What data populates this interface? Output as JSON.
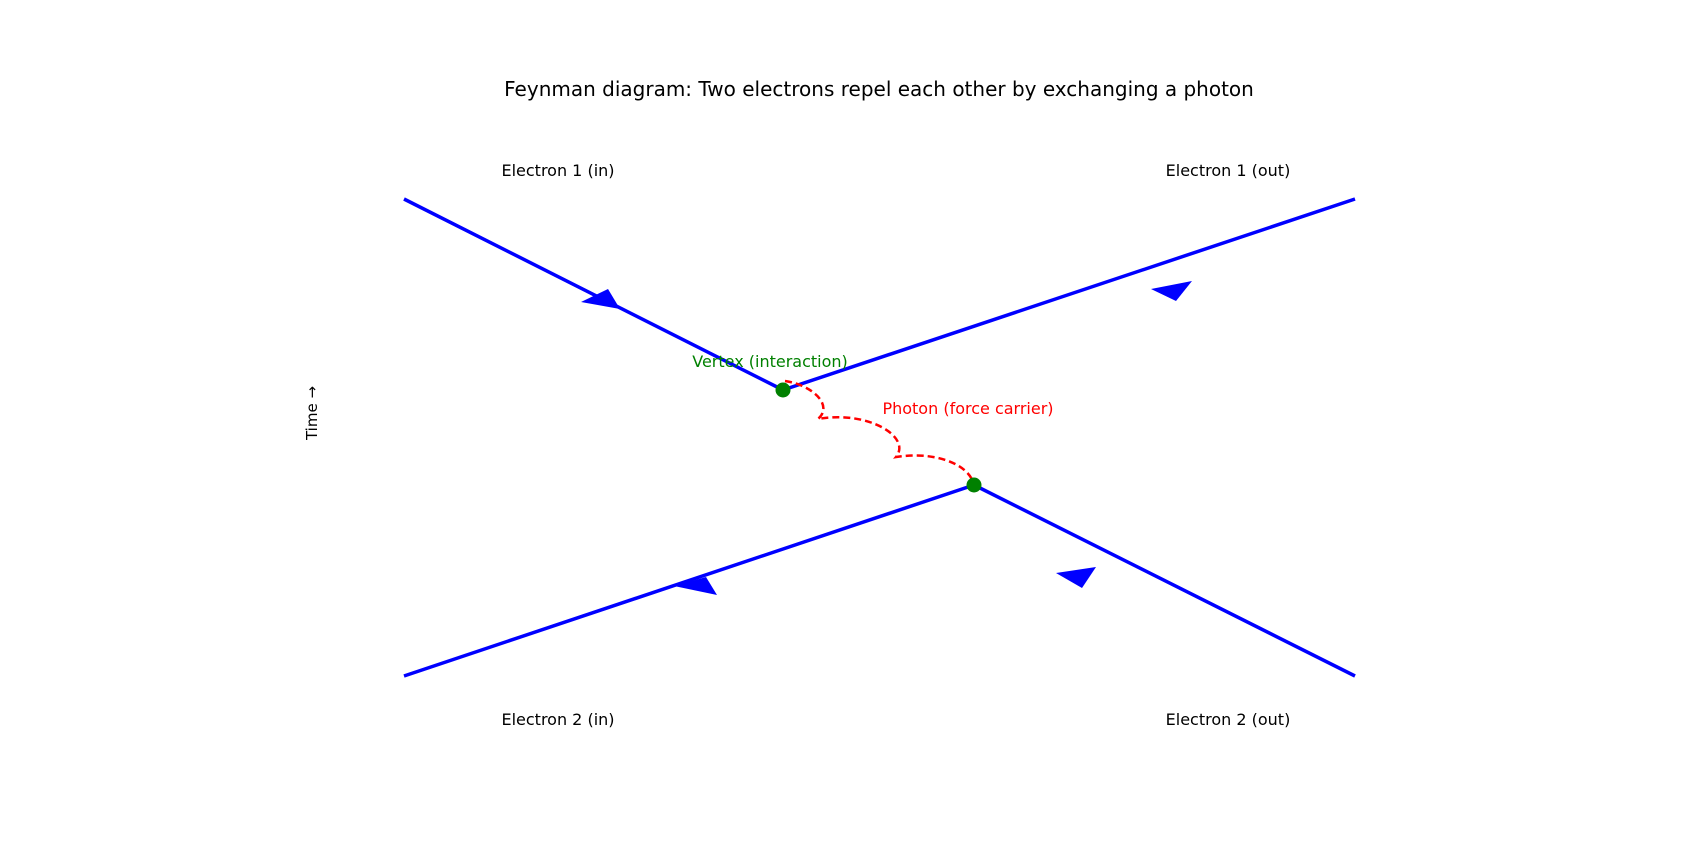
{
  "title": "Feynman diagram: Two electrons repel each other by exchanging a photon",
  "axis_label": "Time →",
  "labels": {
    "e1_in": "Electron 1 (in)",
    "e1_out": "Electron 1 (out)",
    "e2_in": "Electron 2 (in)",
    "e2_out": "Electron 2 (out)",
    "vertex": "Vertex (interaction)",
    "photon": "Photon (force carrier)"
  },
  "colors": {
    "electron": "#0000ff",
    "photon": "#ff0000",
    "vertex": "#008000",
    "text": "#000000"
  }
}
